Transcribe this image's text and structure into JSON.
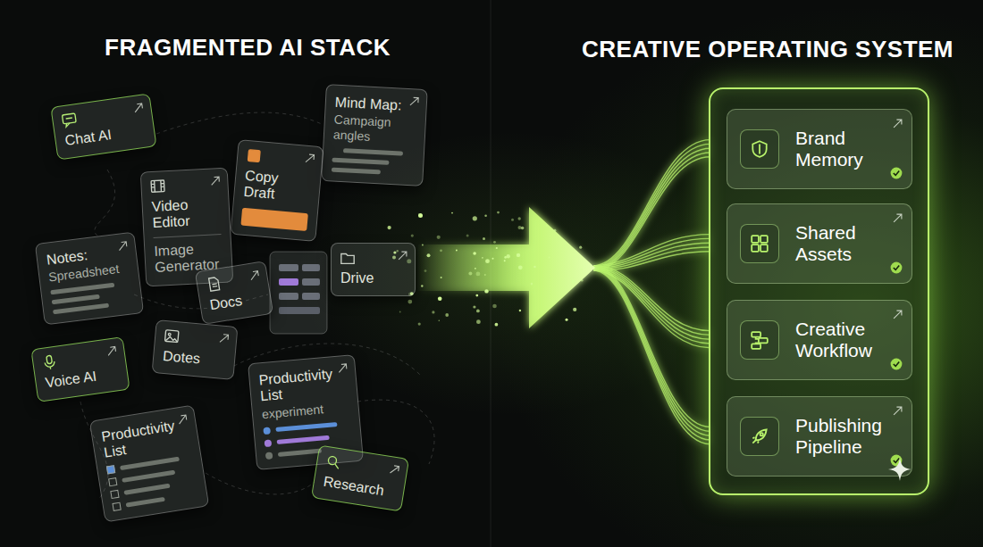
{
  "diagram": {
    "title": "FRAGMENTED AI STACK",
    "nodes": [
      {
        "text": [
          "Chat AI"
        ]
      },
      {
        "text": [
          "Mind Map:",
          "Campaign angles"
        ]
      },
      {
        "text": [
          "Copy Draft"
        ]
      },
      {
        "text": [
          "Video Editor",
          "Image Generator"
        ]
      },
      {
        "text": [
          "Notes:",
          "Spreadsheet"
        ]
      },
      {
        "text": [
          "Docs"
        ]
      },
      {
        "text": [
          "Drive"
        ]
      },
      {
        "text": [
          "Voice AI"
        ]
      },
      {
        "text": [
          "Dotes"
        ]
      },
      {
        "text": [
          "Productivity List",
          "experiment"
        ]
      },
      {
        "text": [
          "Productivity List"
        ]
      },
      {
        "text": [
          "Research"
        ]
      },
      {
        "text": [
          "CREATIVE OPERATING SYSTEM"
        ]
      },
      {
        "text": [
          "Brand Memory"
        ],
        "in": 12
      },
      {
        "text": [
          "Shared Assets"
        ],
        "in": 12
      },
      {
        "text": [
          "Creative Workflow"
        ],
        "in": 12
      },
      {
        "text": [
          "Publishing Pipeline"
        ],
        "in": 12
      }
    ]
  }
}
